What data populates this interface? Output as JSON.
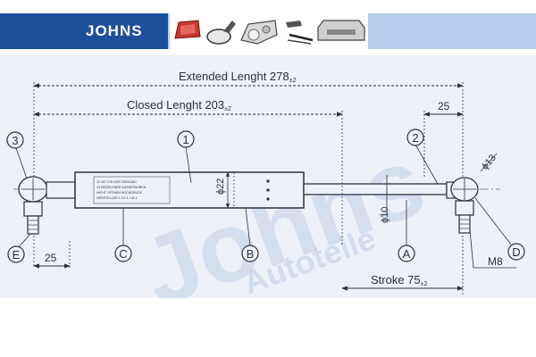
{
  "header": {
    "brand": "JOHNS",
    "thumbnails": [
      "taillight-icon",
      "mirror-icon",
      "headlight-icon",
      "wiper-icon",
      "bumper-icon"
    ]
  },
  "diagram": {
    "extended_length": "Extended Lenght 278",
    "extended_tol": "±2",
    "closed_length": "Closed Lenght 203",
    "closed_tol": "±2",
    "dim_25_top": "25",
    "dim_25_bottom": "25",
    "dia_13": "ϕ13",
    "dia_22": "ϕ22",
    "dia_10": "ϕ10",
    "thread": "M8",
    "stroke": "Stroke 75",
    "stroke_tol": "±2",
    "watermark_1": "Johns",
    "watermark_2": "Autoteile",
    "callouts": {
      "c1": "1",
      "c2": "2",
      "c3": "3",
      "cA": "A",
      "cB": "B",
      "cC": "C",
      "cD": "D",
      "cE": "E"
    },
    "label_lines": [
      "12 497 278 VOR FASSUNG",
      "13 PATEN ENDE AUSGEFAHREN",
      "NICHT OFFNEN HOCHDRUCK",
      "HERSTELLER 1 3 2 1 / 04 2"
    ]
  },
  "colors": {
    "brand": "#1e4f9b",
    "bar": "#b7cdee",
    "line": "#2a3040",
    "paper": "#eef1f7"
  }
}
